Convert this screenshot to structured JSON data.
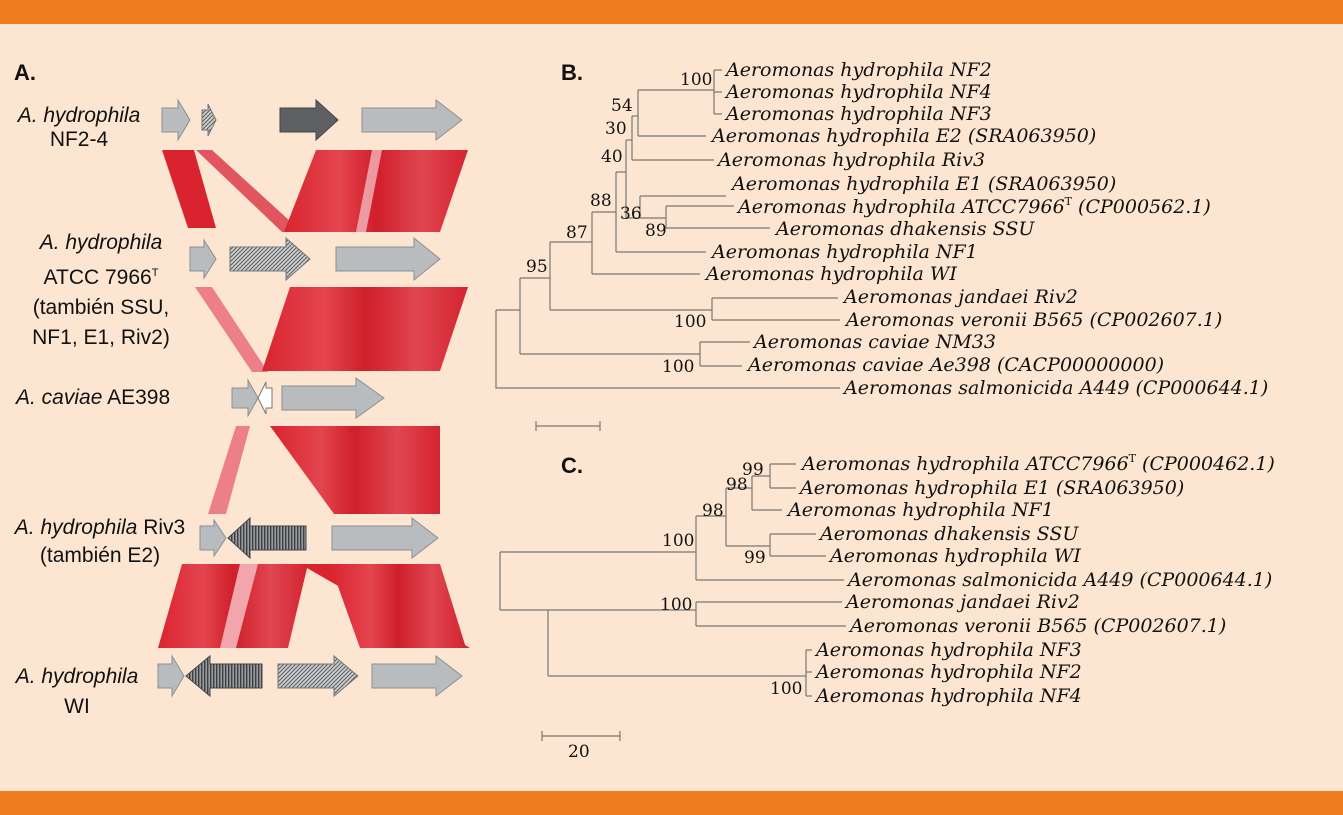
{
  "panels": {
    "a": {
      "letter": "A.",
      "strains": [
        {
          "name_italic": "A. hydrophila",
          "name_rest": "",
          "sub": "NF2-4"
        },
        {
          "name_italic": "A. hydrophila",
          "name_rest": "",
          "sub1": "ATCC 7966",
          "sup": "T",
          "sub2": "(también SSU,",
          "sub3": "NF1, E1, Riv2)"
        },
        {
          "name_italic": "A. caviae",
          "name_rest": " AE398"
        },
        {
          "name_italic": "A. hydrophila",
          "name_rest": " Riv3",
          "sub": "(también E2)"
        },
        {
          "name_italic": "A. hydrophila",
          "name_rest": "",
          "sub": "WI"
        }
      ]
    },
    "b": {
      "letter": "B.",
      "taxa": [
        "Aeromonas hydrophila NF2",
        "Aeromonas hydrophila NF4",
        "Aeromonas hydrophila NF3",
        "Aeromonas hydrophila E2 (SRA063950)",
        "Aeromonas hydrophila Riv3",
        "Aeromonas hydrophila E1 (SRA063950)",
        "Aeromonas hydrophila ATCC7966",
        "Aeromonas dhakensis SSU",
        "Aeromonas hydrophila NF1",
        "Aeromonas hydrophila WI",
        "Aeromonas jandaei Riv2",
        "Aeromonas veronii B565 (CP002607.1)",
        "Aeromonas caviae NM33",
        "Aeromonas caviae Ae398 (CACP00000000)",
        "Aeromonas salmonicida A449 (CP000644.1)"
      ],
      "atcc_sup": "T",
      "atcc_rest": " (CP000562.1)",
      "bootstrap": [
        "100",
        "54",
        "30",
        "40",
        "88",
        "36",
        "89",
        "87",
        "95",
        "100",
        "100"
      ]
    },
    "c": {
      "letter": "C.",
      "taxa": [
        "Aeromonas hydrophila ATCC7966",
        "Aeromonas hydrophila E1 (SRA063950)",
        "Aeromonas hydrophila NF1",
        "Aeromonas dhakensis SSU",
        "Aeromonas hydrophila WI",
        "Aeromonas salmonicida A449 (CP000644.1)",
        "Aeromonas jandaei Riv2",
        "Aeromonas veronii B565 (CP002607.1)",
        "Aeromonas hydrophila NF3",
        "Aeromonas hydrophila NF2",
        "Aeromonas hydrophila NF4"
      ],
      "atcc_sup": "T",
      "atcc_rest": " (CP000462.1)",
      "bootstrap": [
        "99",
        "98",
        "98",
        "100",
        "99",
        "100",
        "100"
      ],
      "scale_label": "20"
    }
  },
  "colors": {
    "band": "#fde6d1",
    "accent": "#ef7d1e",
    "synteny_dark": "#d9242f",
    "synteny_light": "#ec7f8a",
    "gene_grey": "#b9bcbf",
    "gene_dark": "#5f6063"
  }
}
